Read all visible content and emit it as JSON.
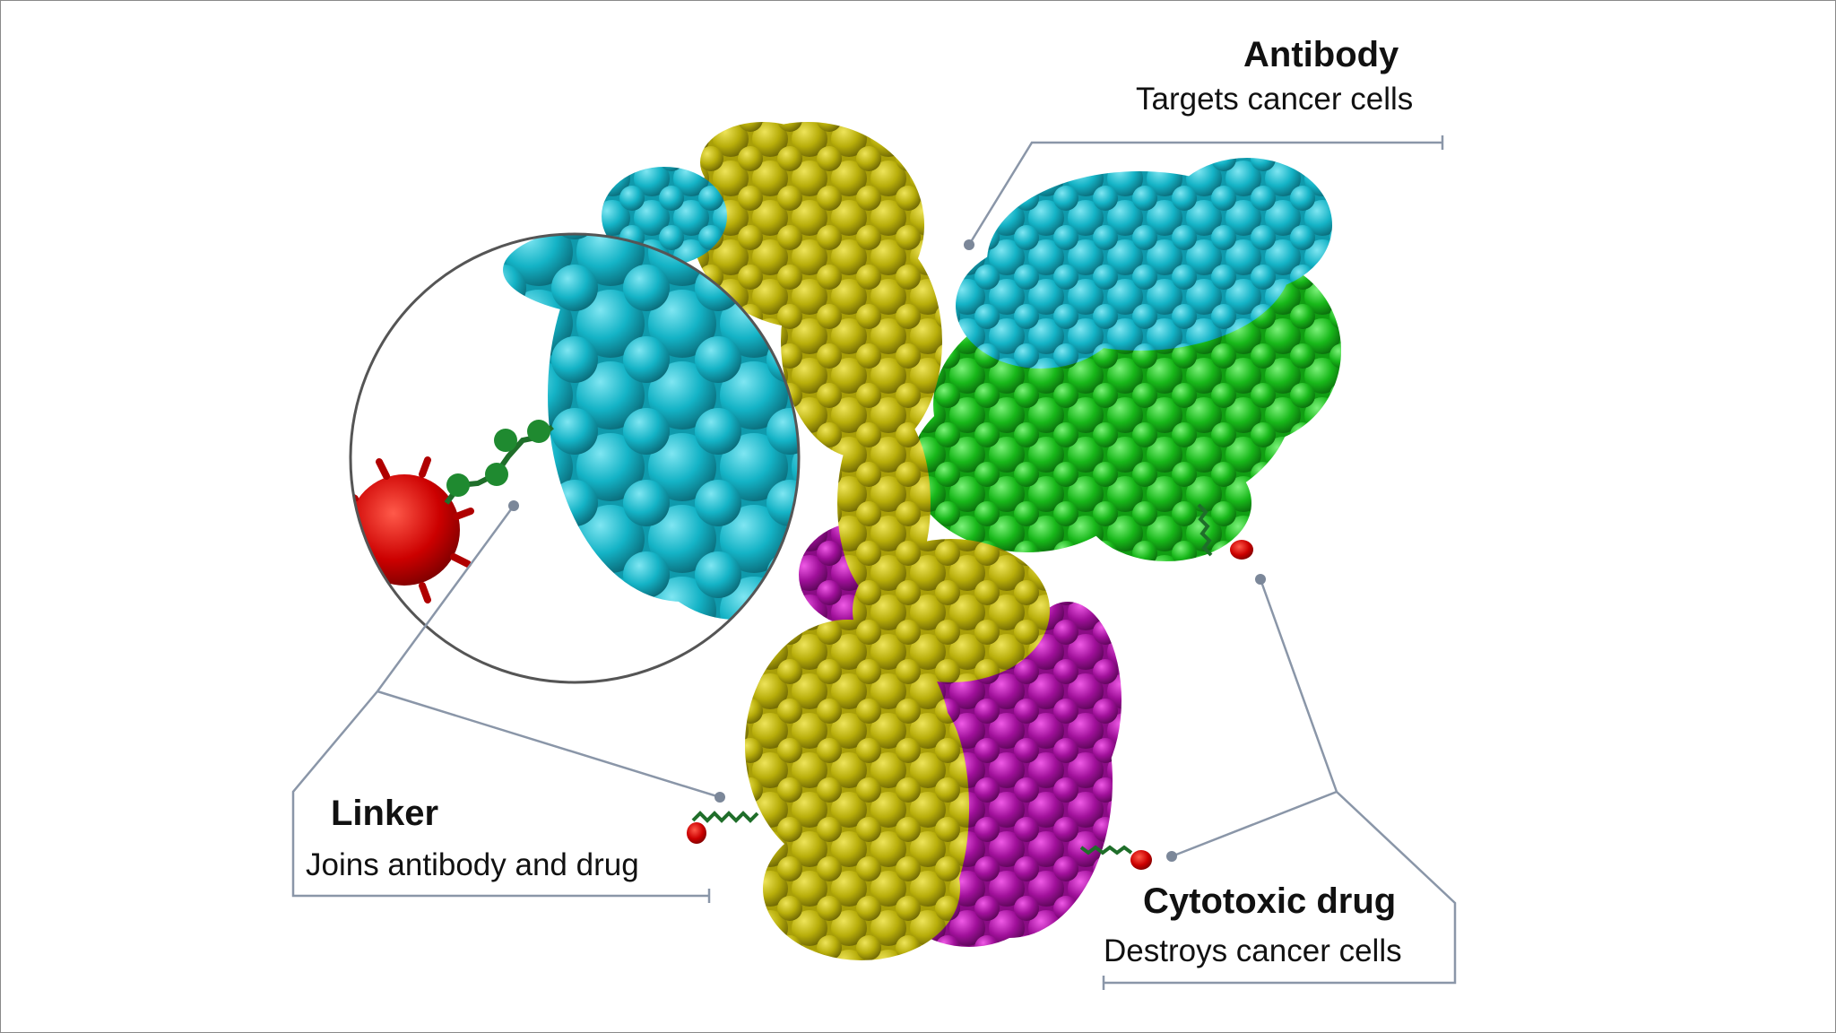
{
  "labels": {
    "antibody": {
      "title": "Antibody",
      "description": "Targets cancer cells"
    },
    "linker": {
      "title": "Linker",
      "description": "Joins antibody and drug"
    },
    "drug": {
      "title": "Cytotoxic drug",
      "description": "Destroys cancer cells"
    }
  },
  "colors": {
    "heavy_chain": "#b8ae0a",
    "light_chain_cyan": "#14b3c6",
    "light_chain_green": "#18b81a",
    "heavy_chain_magenta": "#a0109a",
    "drug": "#cc0000",
    "linker": "#1f6e2a",
    "leader_line": "#8a96a8"
  }
}
